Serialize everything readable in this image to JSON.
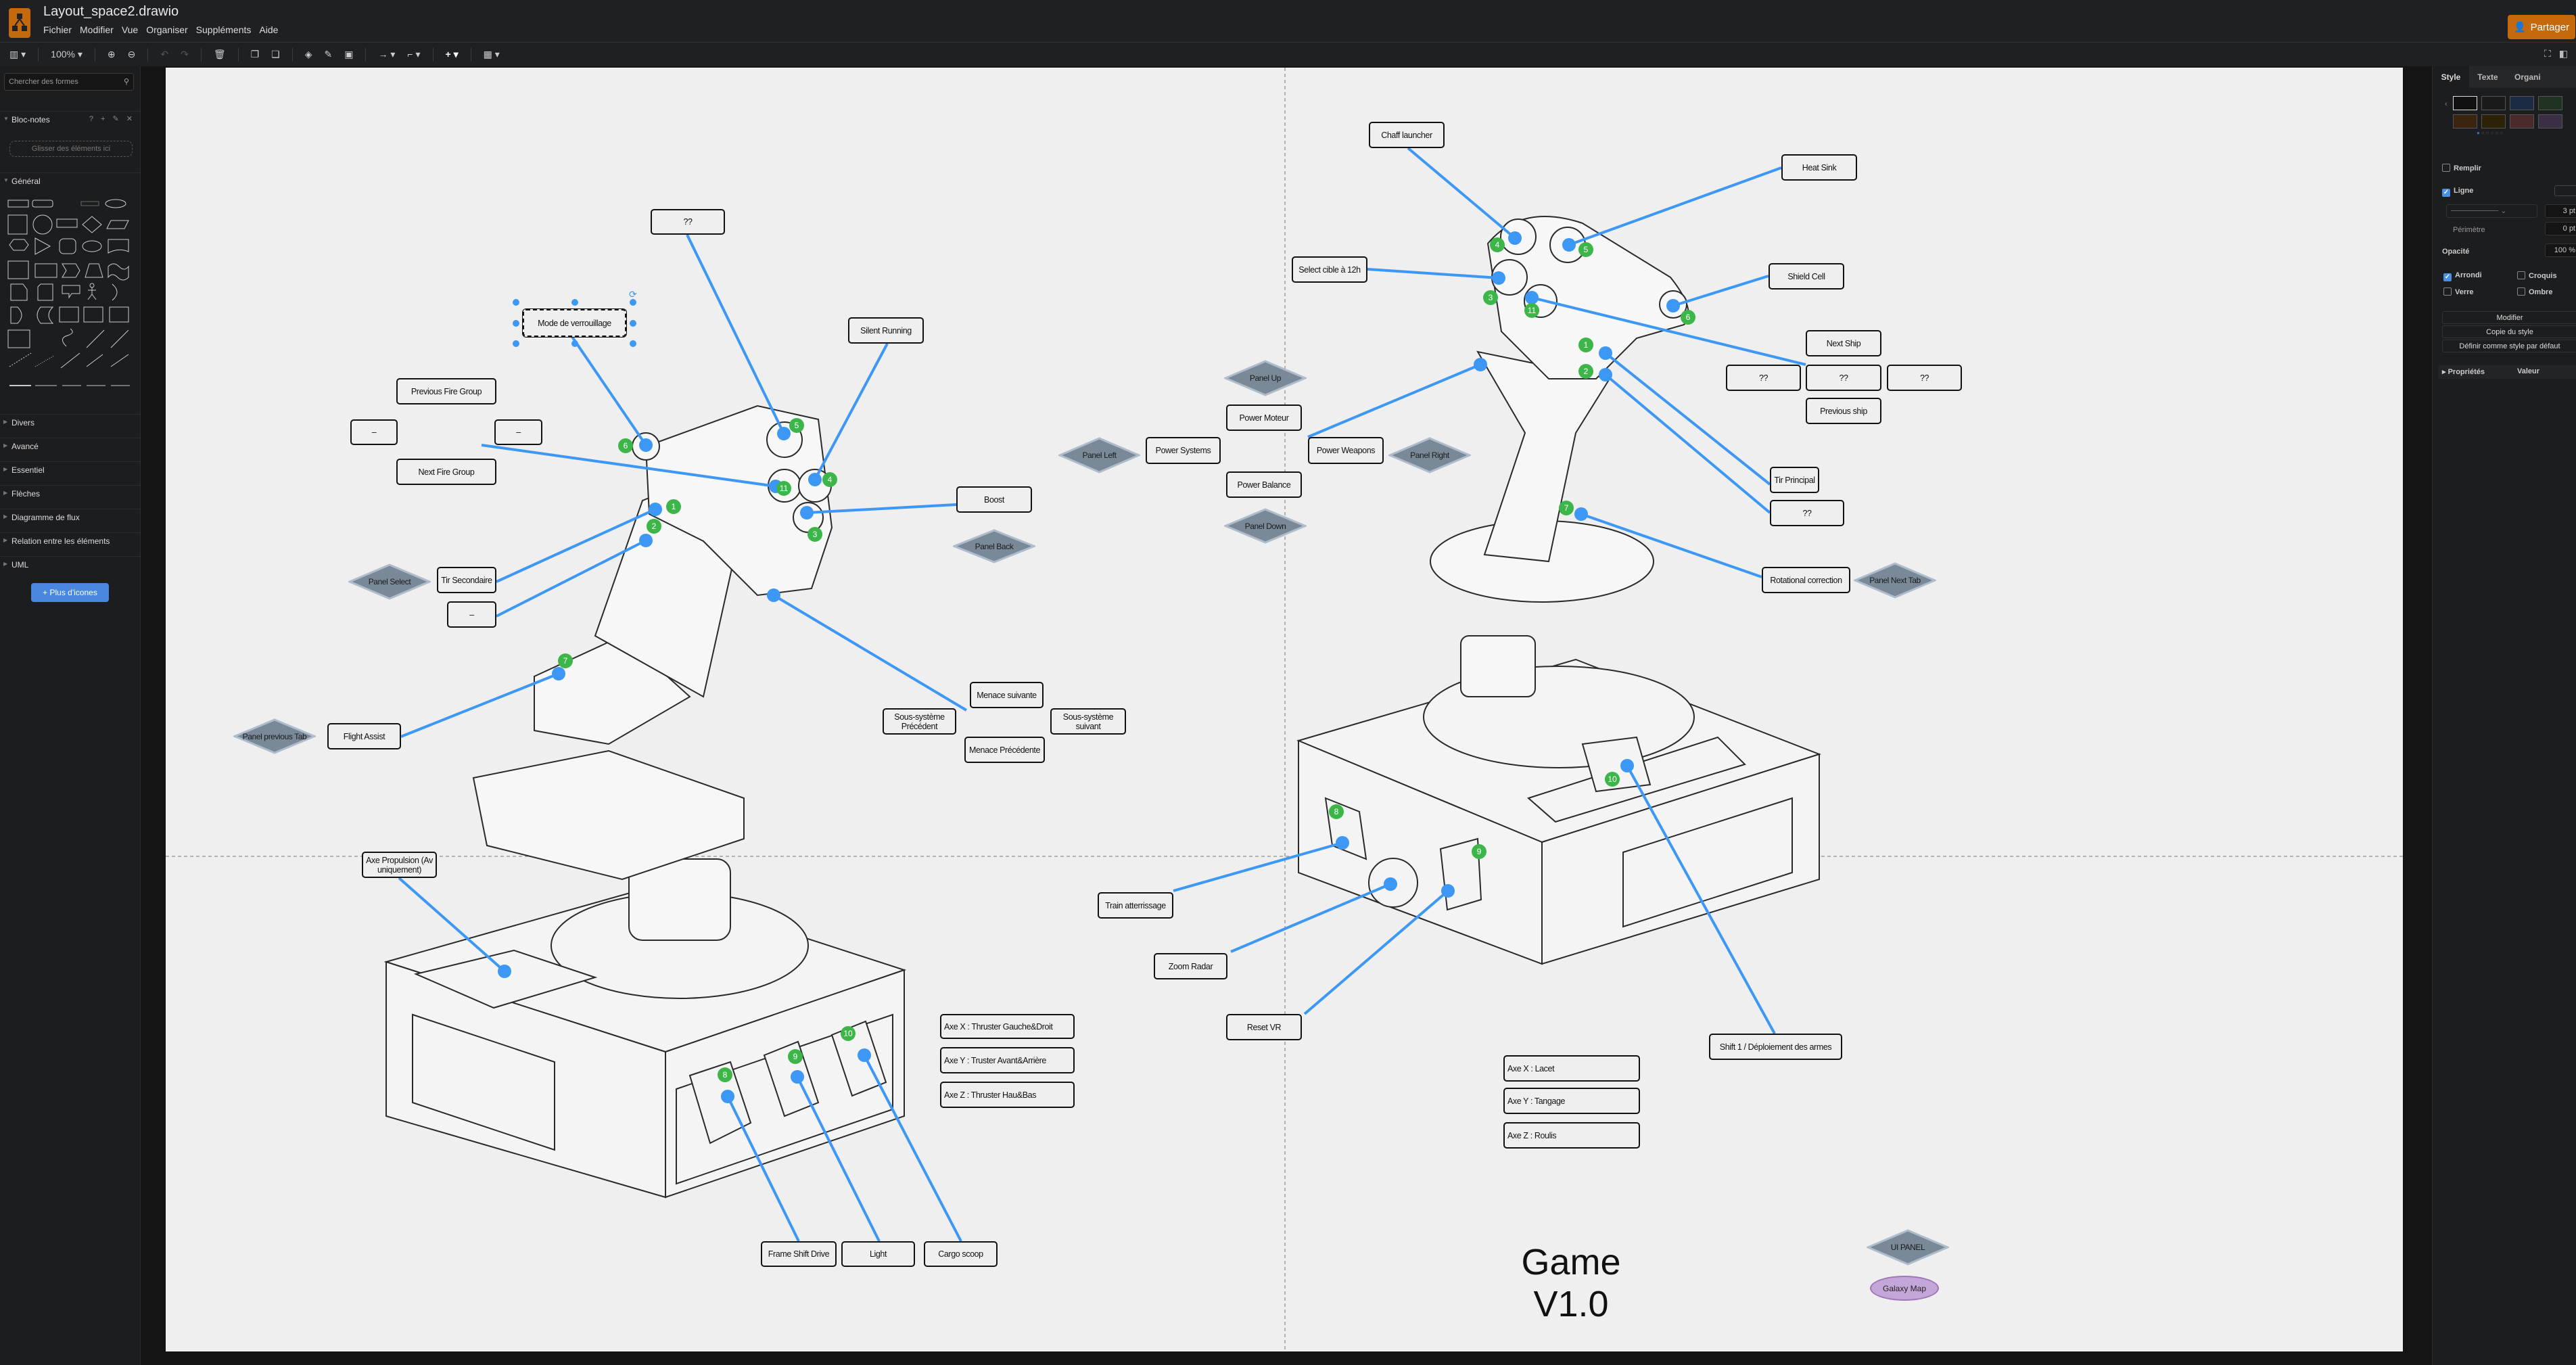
{
  "app": {
    "file_title": "Layout_space2.drawio",
    "menu": [
      "Fichier",
      "Modifier",
      "Vue",
      "Organiser",
      "Suppléments",
      "Aide"
    ],
    "share_label": "Partager",
    "zoom_level": "100%",
    "accent_color": "#c56a0c"
  },
  "sidebar": {
    "search_placeholder": "Chercher des formes",
    "scratchpad_title": "Bloc-notes",
    "scratchpad_tools": "? + ✎ ✕",
    "dropzone": "Glisser des éléments ici",
    "general_title": "Général",
    "sections": [
      "Divers",
      "Avancé",
      "Essentiel",
      "Flèches",
      "Diagramme de flux",
      "Relation entre les éléments",
      "UML"
    ],
    "more_shapes": "+ Plus d'icones"
  },
  "format_panel": {
    "tabs": [
      "Style",
      "Texte",
      "Organi"
    ],
    "swatch_colors": [
      "#111111",
      "#1a1a1a",
      "#1d2a44",
      "#1f3320",
      "#3a2410",
      "#2b2208",
      "#4a2a2a",
      "#3a2f45"
    ],
    "fill_label": "Remplir",
    "fill_checked": false,
    "line_label": "Ligne",
    "line_checked": true,
    "line_width": "3 pt",
    "perimeter_label": "Périmètre",
    "perimeter_value": "0 pt",
    "opacity_label": "Opacité",
    "opacity_value": "100 %",
    "rounded_label": "Arrondi",
    "rounded_checked": true,
    "sketch_label": "Croquis",
    "glass_label": "Verre",
    "shadow_label": "Ombre",
    "edit_button": "Modifier",
    "copy_style_button": "Copie du style",
    "set_default_button": "Définir comme style par défaut",
    "properties_header": "Propriétés",
    "value_header": "Valeur"
  },
  "diagram": {
    "connector_color": "#3d98f5",
    "badge_color": "#3cb648",
    "left_stick": {
      "labels": [
        "??",
        "Mode de verrouillage",
        "Silent Running",
        "Previous Fire Group",
        "–",
        "–",
        "Next Fire Group",
        "Boost",
        "Tir Secondaire",
        "–",
        "Menace suivante",
        "Sous-système Précédent",
        "Sous-système suivant",
        "Menace Précédente",
        "Flight Assist",
        "Axe Propulsion (Av uniquement)",
        "Axe X : Thruster Gauche&Droit",
        "Axe Y : Truster Avant&Arrière",
        "Axe Z : Thruster Hau&Bas",
        "Frame Shift Drive",
        "Light",
        "Cargo scoop"
      ],
      "panels": [
        "Panel Back",
        "Panel Select",
        "Panel previous Tab"
      ],
      "badges": [
        "6",
        "5",
        "4",
        "11",
        "3",
        "1",
        "2",
        "7",
        "8",
        "9",
        "10"
      ]
    },
    "right_stick": {
      "labels": [
        "Chaff launcher",
        "Heat Sink",
        "Select cible à 12h",
        "Shield Cell",
        "Next Ship",
        "??",
        "??",
        "??",
        "Previous ship",
        "Power Moteur",
        "Power Systems",
        "Power Weapons",
        "Power Balance",
        "Tir Principal",
        "??",
        "Rotational correction",
        "Train atterrissage",
        "Zoom Radar",
        "Reset VR",
        "Shift 1 / Déploiement des armes",
        "Axe X : Lacet",
        "Axe Y : Tangage",
        "Axe Z : Roulis"
      ],
      "panels": [
        "Panel Up",
        "Panel Left",
        "Panel Right",
        "Panel Down",
        "Panel Next Tab",
        "UI PANEL"
      ],
      "badges": [
        "4",
        "5",
        "3",
        "11",
        "6",
        "1",
        "2",
        "7",
        "8",
        "9",
        "10"
      ]
    },
    "title": "Game V1.0",
    "galaxy_map": "Galaxy Map"
  }
}
